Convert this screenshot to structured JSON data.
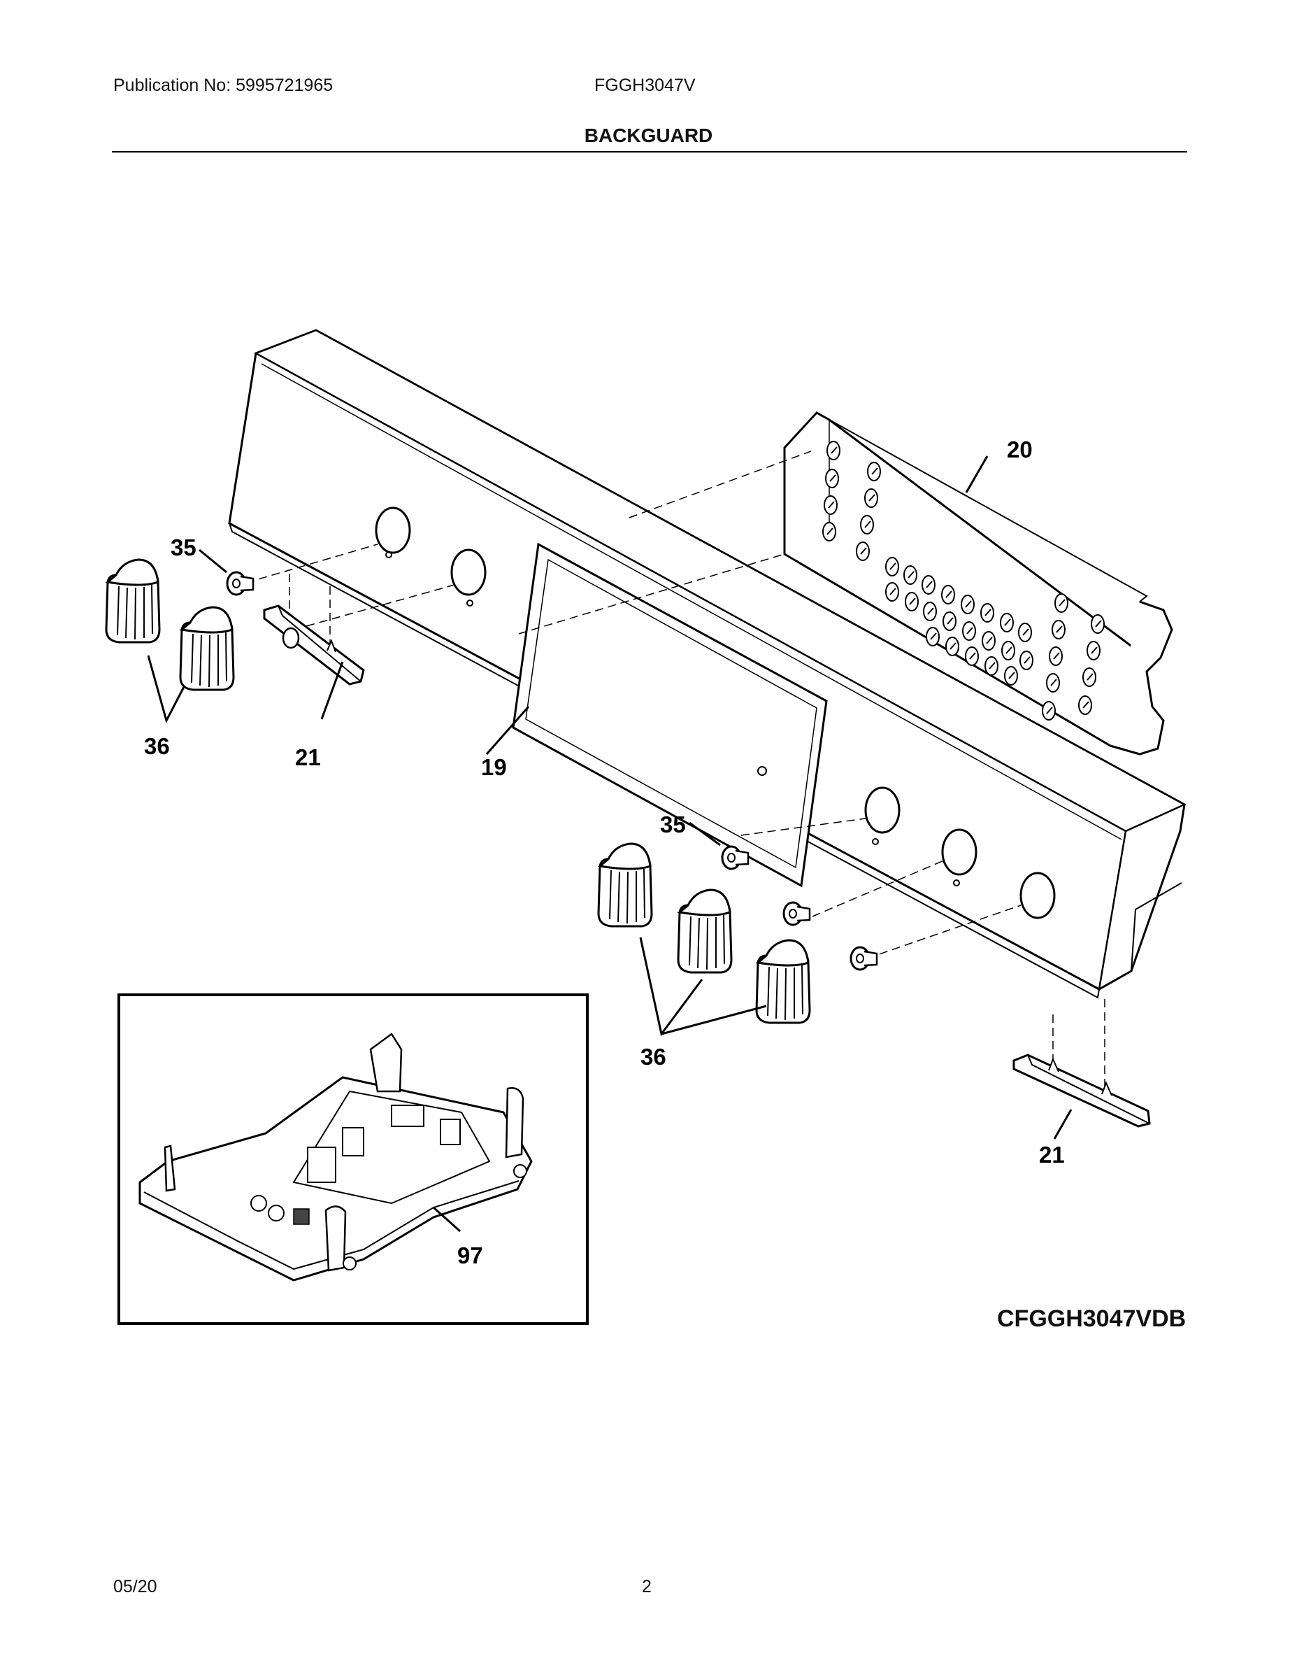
{
  "header": {
    "publication": "Publication No: 5995721965",
    "model": "FGGH3047V",
    "section": "BACKGUARD"
  },
  "callouts": {
    "backguard": "19",
    "control_board": "20",
    "bracket_left": "21",
    "bracket_right": "21",
    "seal_left": "35",
    "seal_right": "35",
    "knob_left": "36",
    "knob_right": "36",
    "relay_board": "97"
  },
  "variant_code": "CFGGH3047VDB",
  "footer": {
    "date": "05/20",
    "page": "2"
  }
}
